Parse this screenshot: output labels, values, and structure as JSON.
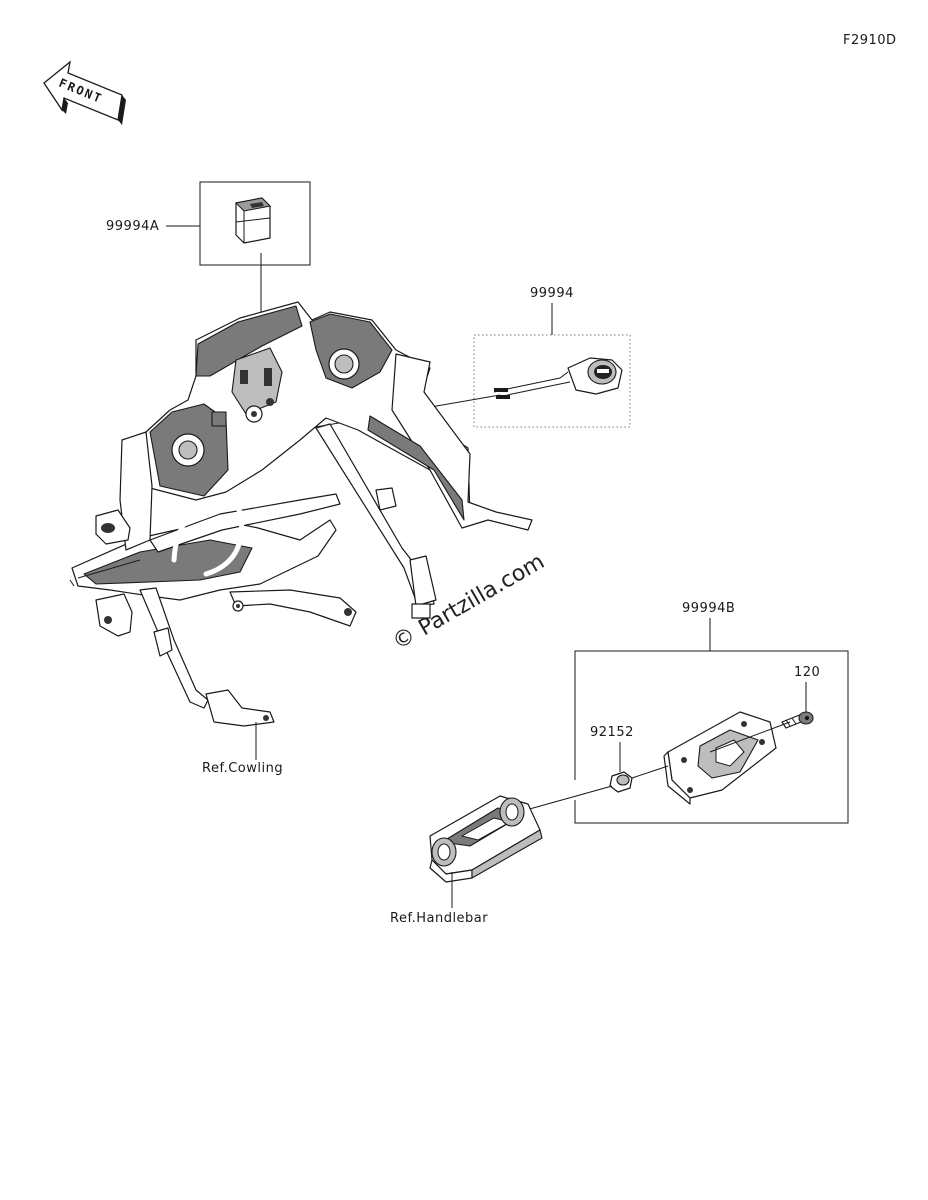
{
  "figure_code": "F2910D",
  "front_arrow_label": "FRONT",
  "watermark": "Partzilla.com",
  "watermark_symbol": "©",
  "callouts": {
    "kit_a": "99994A",
    "usb_socket": "99994",
    "kit_b": "99994B",
    "bolt": "120",
    "collar": "92152",
    "ref_cowling": "Ref.Cowling",
    "ref_handlebar": "Ref.Handlebar"
  }
}
